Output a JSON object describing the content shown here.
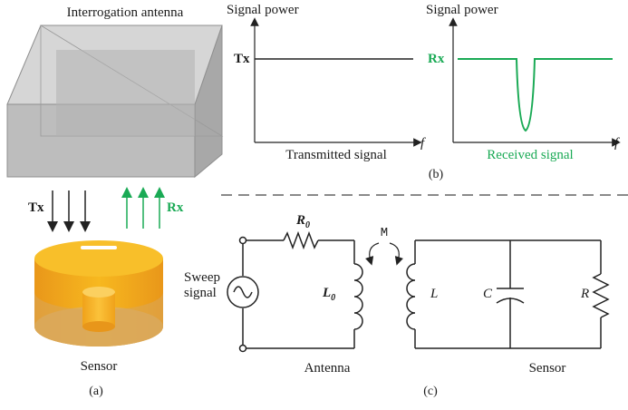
{
  "colors": {
    "green": "#1aaa55",
    "black": "#222222",
    "box_face": "#c9c9c9",
    "sensor_orange": "#f5ae16"
  },
  "panel_a": {
    "antenna_label": "Interrogation antenna",
    "tx_label": "Tx",
    "rx_label": "Rx",
    "sensor_label": "Sensor",
    "caption": "(a)"
  },
  "panel_b": {
    "left_ylabel": "Signal power",
    "left_level_label": "Tx",
    "left_xlabel": "Transmitted signal",
    "left_axis_f": "f",
    "right_ylabel": "Signal power",
    "right_level_label": "Rx",
    "right_xlabel": "Received signal",
    "right_axis_f": "f",
    "caption": "(b)"
  },
  "panel_c": {
    "source_label_line1": "Sweep",
    "source_label_line2": "signal",
    "r0_main": "R",
    "r0_sub": "0",
    "l0_main": "L",
    "l0_sub": "0",
    "mutual_label": "M",
    "l_label": "L",
    "c_label": "C",
    "r_label": "R",
    "antenna_label": "Antenna",
    "sensor_label": "Sensor",
    "caption": "(c)"
  }
}
